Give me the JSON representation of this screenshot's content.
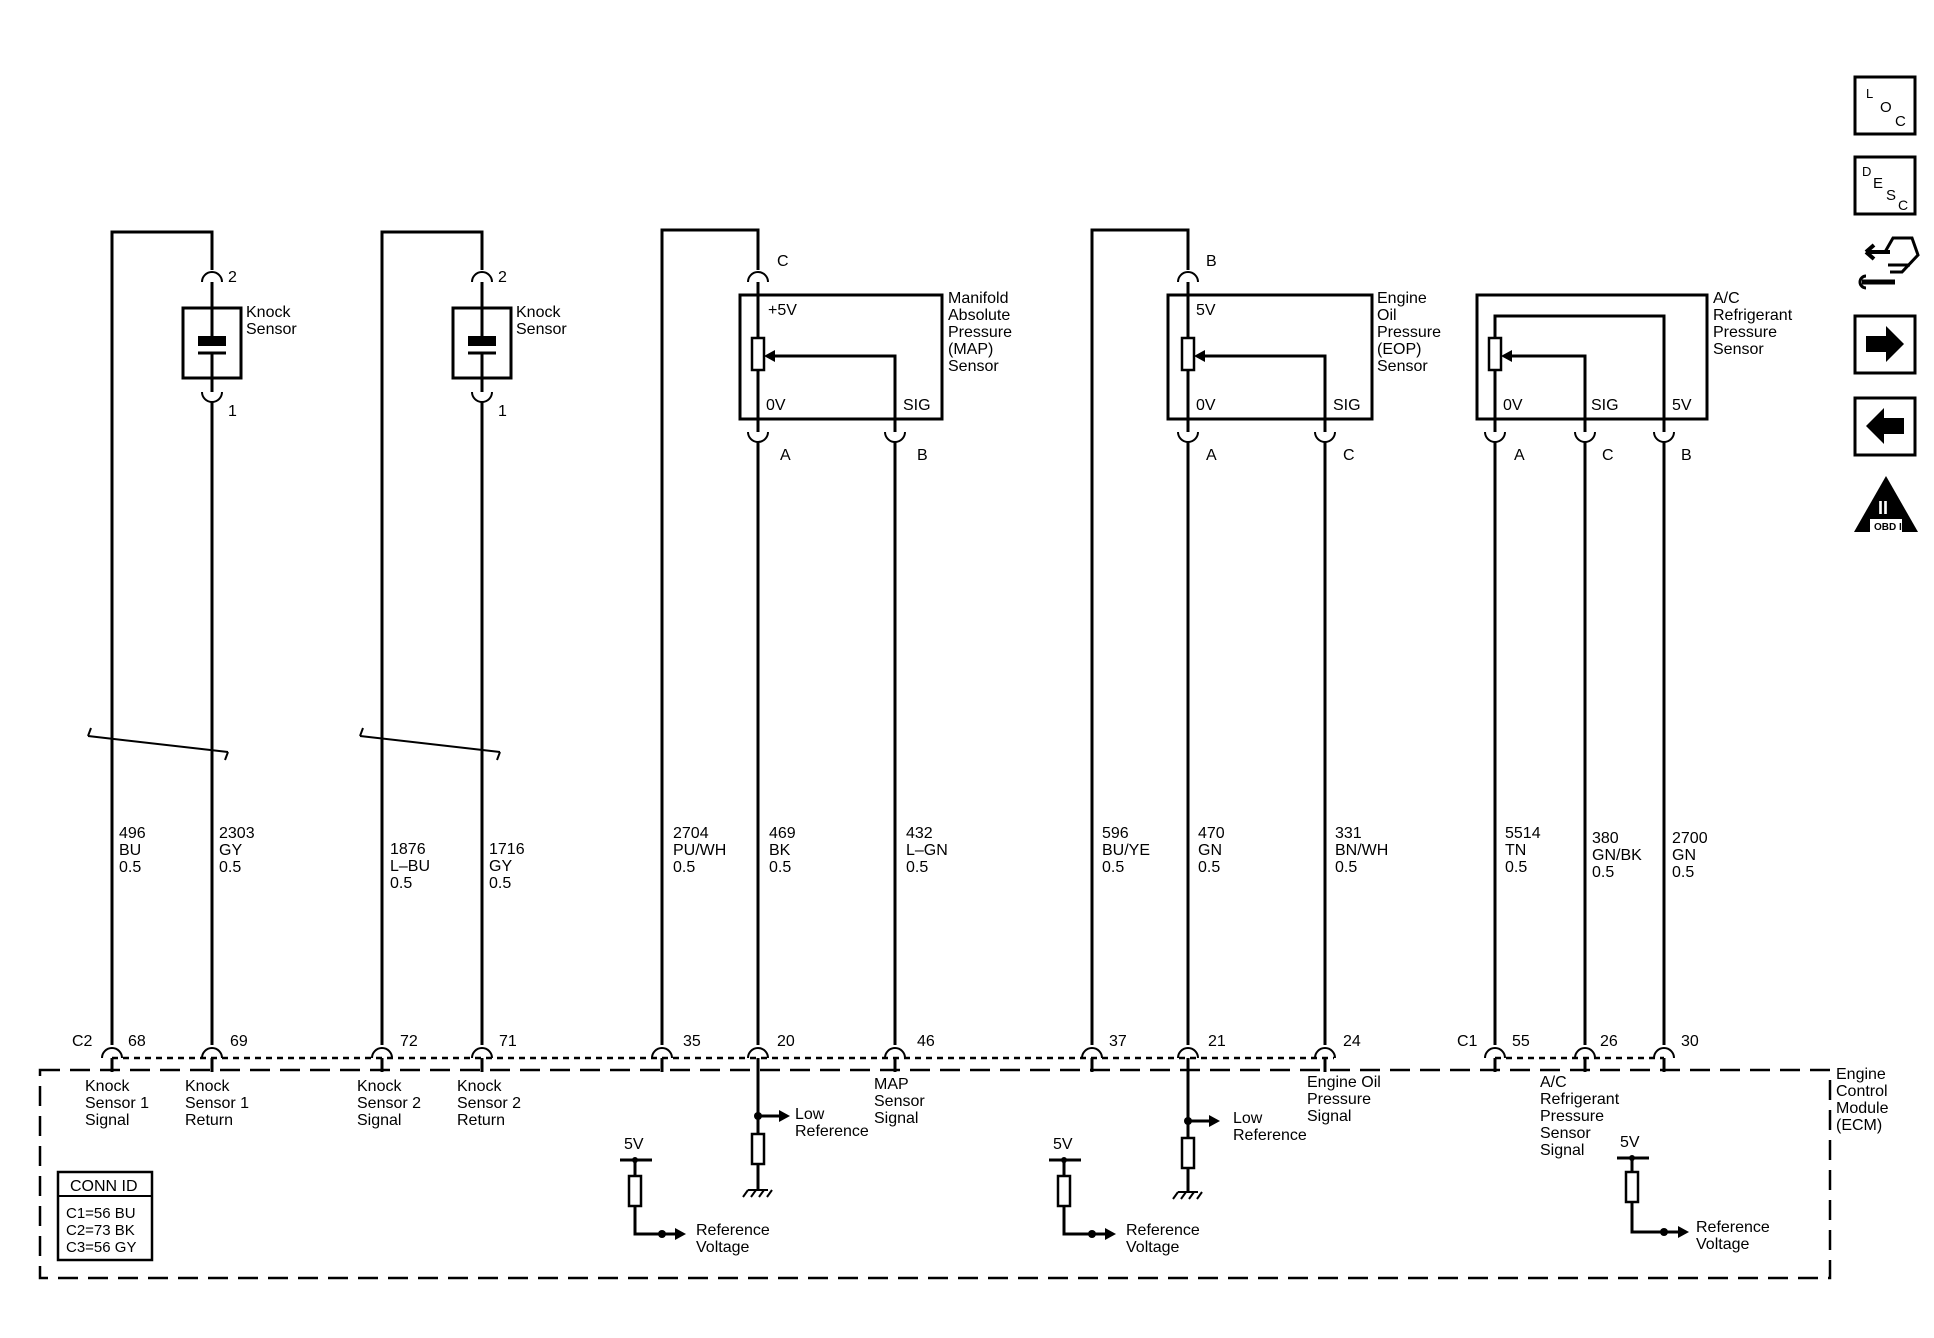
{
  "knock_sensors": [
    {
      "label": "Knock Sensor",
      "pin_top": "2",
      "pin_bottom": "1"
    },
    {
      "label": "Knock Sensor",
      "pin_top": "2",
      "pin_bottom": "1"
    }
  ],
  "sensors": {
    "map": {
      "name": "Manifold Absolute Pressure (MAP) Sensor",
      "supply": "+5V",
      "ground": "0V",
      "sig": "SIG",
      "pin_supply": "C",
      "pin_ground": "A",
      "pin_sig": "B"
    },
    "eop": {
      "name": "Engine Oil Pressure (EOP) Sensor",
      "supply": "5V",
      "ground": "0V",
      "sig": "SIG",
      "pin_supply": "B",
      "pin_ground": "A",
      "pin_sig": "C"
    },
    "ac": {
      "name": "A/C Refrigerant Pressure Sensor",
      "ground": "0V",
      "sig": "SIG",
      "supply": "5V",
      "pin_ground": "A",
      "pin_sig": "C",
      "pin_supply": "B"
    }
  },
  "wires": [
    {
      "circuit": "496",
      "color": "BU",
      "size": "0.5"
    },
    {
      "circuit": "2303",
      "color": "GY",
      "size": "0.5"
    },
    {
      "circuit": "1876",
      "color": "L–BU",
      "size": "0.5"
    },
    {
      "circuit": "1716",
      "color": "GY",
      "size": "0.5"
    },
    {
      "circuit": "2704",
      "color": "PU/WH",
      "size": "0.5"
    },
    {
      "circuit": "469",
      "color": "BK",
      "size": "0.5"
    },
    {
      "circuit": "432",
      "color": "L–GN",
      "size": "0.5"
    },
    {
      "circuit": "596",
      "color": "BU/YE",
      "size": "0.5"
    },
    {
      "circuit": "470",
      "color": "GN",
      "size": "0.5"
    },
    {
      "circuit": "331",
      "color": "BN/WH",
      "size": "0.5"
    },
    {
      "circuit": "5514",
      "color": "TN",
      "size": "0.5"
    },
    {
      "circuit": "380",
      "color": "GN/BK",
      "size": "0.5"
    },
    {
      "circuit": "2700",
      "color": "GN",
      "size": "0.5"
    }
  ],
  "ecm_connectors": {
    "c2": "C2",
    "c1": "C1"
  },
  "ecm_pins": [
    "68",
    "69",
    "72",
    "71",
    "35",
    "20",
    "46",
    "37",
    "21",
    "24",
    "55",
    "26",
    "30"
  ],
  "ecm": {
    "name": "Engine Control Module (ECM)",
    "signals": {
      "knock1_signal": "Knock Sensor 1 Signal",
      "knock1_return": "Knock Sensor 1 Return",
      "knock2_signal": "Knock Sensor 2 Signal",
      "knock2_return": "Knock Sensor 2 Return",
      "map_signal": "MAP Sensor Signal",
      "eop_signal": "Engine Oil Pressure Signal",
      "ac_signal": "A/C Refrigerant Pressure Sensor Signal"
    },
    "five_volt": "5V",
    "reference_voltage": "Reference Voltage",
    "low_reference": "Low Reference"
  },
  "conn_id": {
    "title": "CONN ID",
    "rows": [
      "C1=56 BU",
      "C2=73 BK",
      "C3=56 GY"
    ]
  },
  "nav_icons": [
    {
      "name": "location-icon",
      "text": "LOC"
    },
    {
      "name": "description-icon",
      "text": "DESC"
    },
    {
      "name": "connector-icon"
    },
    {
      "name": "next-arrow-icon"
    },
    {
      "name": "previous-arrow-icon"
    },
    {
      "name": "obd-ii-icon",
      "text": "II",
      "sub": "OBD II"
    }
  ]
}
